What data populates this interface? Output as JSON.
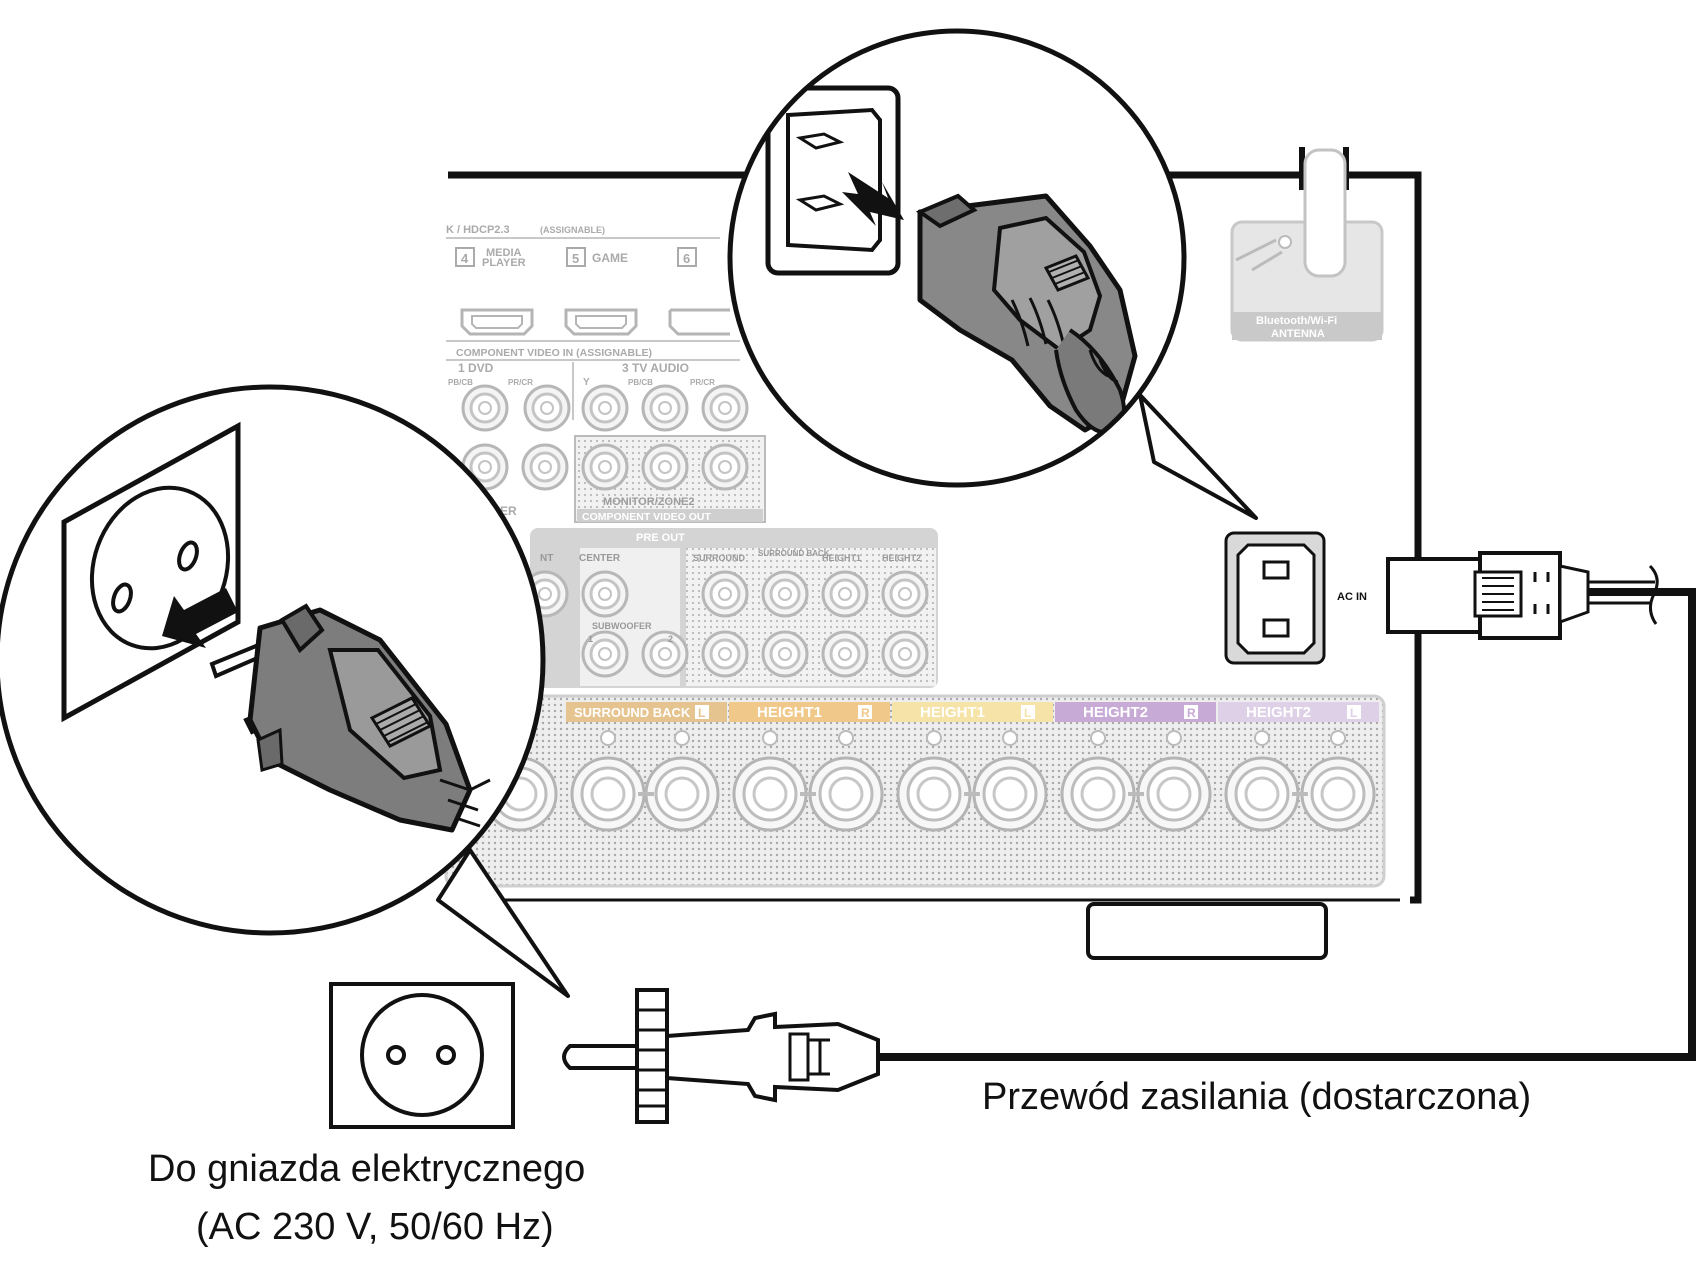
{
  "panel": {
    "hdmi_header": "K / HDCP2.3",
    "hdmi_assignable": "(ASSIGNABLE)",
    "hdmi_inputs": [
      {
        "num": "4",
        "label_line1": "MEDIA",
        "label_line2": "PLAYER"
      },
      {
        "num": "5",
        "label_line1": "GAME",
        "label_line2": ""
      },
      {
        "num": "6",
        "label_line1": "",
        "label_line2": ""
      }
    ],
    "component_header": "COMPONENT VIDEO IN (ASSIGNABLE)",
    "component_in_1": "1  DVD",
    "component_in_3": "3  TV AUDIO",
    "pb_cb": "PB/CB",
    "pr_cr": "PR/CR",
    "y_label": "Y",
    "monitor_zone": "MONITOR/ZONE2",
    "component_out": "COMPONENT VIDEO OUT",
    "pre_out": "PRE OUT",
    "pre_out_channels": [
      "NT",
      "CENTER",
      "SURROUND",
      "SURROUND BACK",
      "HEIGHT1",
      "HEIGHT2"
    ],
    "subwoofer": "SUBWOOFER",
    "subwoofer_nums": [
      "1",
      "2"
    ],
    "speaker_zone": "ER",
    "speaker_groups": [
      {
        "label": "SURROUND BACK",
        "side": "L",
        "color": "#e6c48f"
      },
      {
        "label": "HEIGHT1",
        "side": "R",
        "color": "#f0c98a"
      },
      {
        "label": "HEIGHT1",
        "side": "L",
        "color": "#f5e3a8"
      },
      {
        "label": "HEIGHT2",
        "side": "R",
        "color": "#c7abd6"
      },
      {
        "label": "HEIGHT2",
        "side": "L",
        "color": "#ded0e6"
      }
    ],
    "antenna": "Bluetooth/Wi-Fi\nANTENNA",
    "ac_in": "AC IN"
  },
  "captions": {
    "cord": "Przewód zasilania (dostarczona)",
    "outlet_line1": "Do gniazda elektrycznego",
    "outlet_line2": "(AC 230 V, 50/60 Hz)"
  },
  "icons": [
    "hdmi-port-icon",
    "rca-jack-icon",
    "speaker-terminal-icon",
    "wall-outlet-icon",
    "power-plug-icon",
    "iec-inlet-icon",
    "arrow-icon"
  ]
}
